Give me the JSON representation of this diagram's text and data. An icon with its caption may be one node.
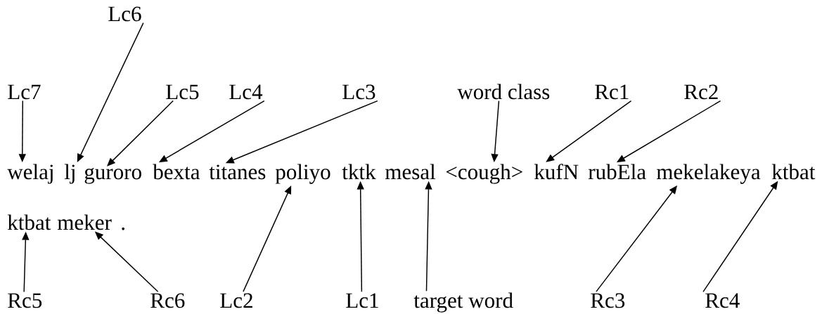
{
  "diagram": {
    "nodes": [
      {
        "text": [
          "Lc6"
        ]
      },
      {
        "text": [
          "Lc7"
        ]
      },
      {
        "text": [
          "Lc5"
        ]
      },
      {
        "text": [
          "Lc4"
        ]
      },
      {
        "text": [
          "Lc3"
        ]
      },
      {
        "text": [
          "word class"
        ]
      },
      {
        "text": [
          "Rc1"
        ]
      },
      {
        "text": [
          "Rc2"
        ]
      },
      {
        "text": [
          "welaj"
        ]
      },
      {
        "text": [
          "lj"
        ]
      },
      {
        "text": [
          "guroro"
        ]
      },
      {
        "text": [
          "bexta"
        ]
      },
      {
        "text": [
          "titanes"
        ]
      },
      {
        "text": [
          "poliyo"
        ]
      },
      {
        "text": [
          "tktk"
        ]
      },
      {
        "text": [
          "mesal"
        ]
      },
      {
        "text": [
          "<cough>"
        ]
      },
      {
        "text": [
          "kufN"
        ]
      },
      {
        "text": [
          "rubEla"
        ]
      },
      {
        "text": [
          "mekelakeya"
        ]
      },
      {
        "text": [
          "ktbat"
        ]
      },
      {
        "text": [
          "ktbat"
        ]
      },
      {
        "text": [
          "meker"
        ]
      },
      {
        "text": [
          "Rc5"
        ]
      },
      {
        "text": [
          "Rc6"
        ]
      },
      {
        "text": [
          "Lc2"
        ]
      },
      {
        "text": [
          "Lc1"
        ]
      },
      {
        "text": [
          "target word"
        ]
      },
      {
        "text": [
          "Rc3"
        ]
      },
      {
        "text": [
          "Rc4"
        ]
      }
    ],
    "edges": [
      {
        "from": 0,
        "to": 9,
        "arrow": "to"
      },
      {
        "from": 1,
        "to": 8,
        "arrow": "to"
      },
      {
        "from": 2,
        "to": 10,
        "arrow": "to"
      },
      {
        "from": 3,
        "to": 11,
        "arrow": "to"
      },
      {
        "from": 4,
        "to": 12,
        "arrow": "to"
      },
      {
        "from": 5,
        "to": 16,
        "arrow": "to"
      },
      {
        "from": 6,
        "to": 17,
        "arrow": "to"
      },
      {
        "from": 7,
        "to": 18,
        "arrow": "to"
      },
      {
        "from": 23,
        "to": 21,
        "arrow": "to"
      },
      {
        "from": 24,
        "to": 22,
        "arrow": "to"
      },
      {
        "from": 25,
        "to": 13,
        "arrow": "to"
      },
      {
        "from": 26,
        "to": 14,
        "arrow": "to"
      },
      {
        "from": 27,
        "to": 15,
        "arrow": "to"
      },
      {
        "from": 28,
        "to": 19,
        "arrow": "to"
      },
      {
        "from": 29,
        "to": 20,
        "arrow": "to"
      }
    ],
    "labels": [
      "."
    ]
  }
}
